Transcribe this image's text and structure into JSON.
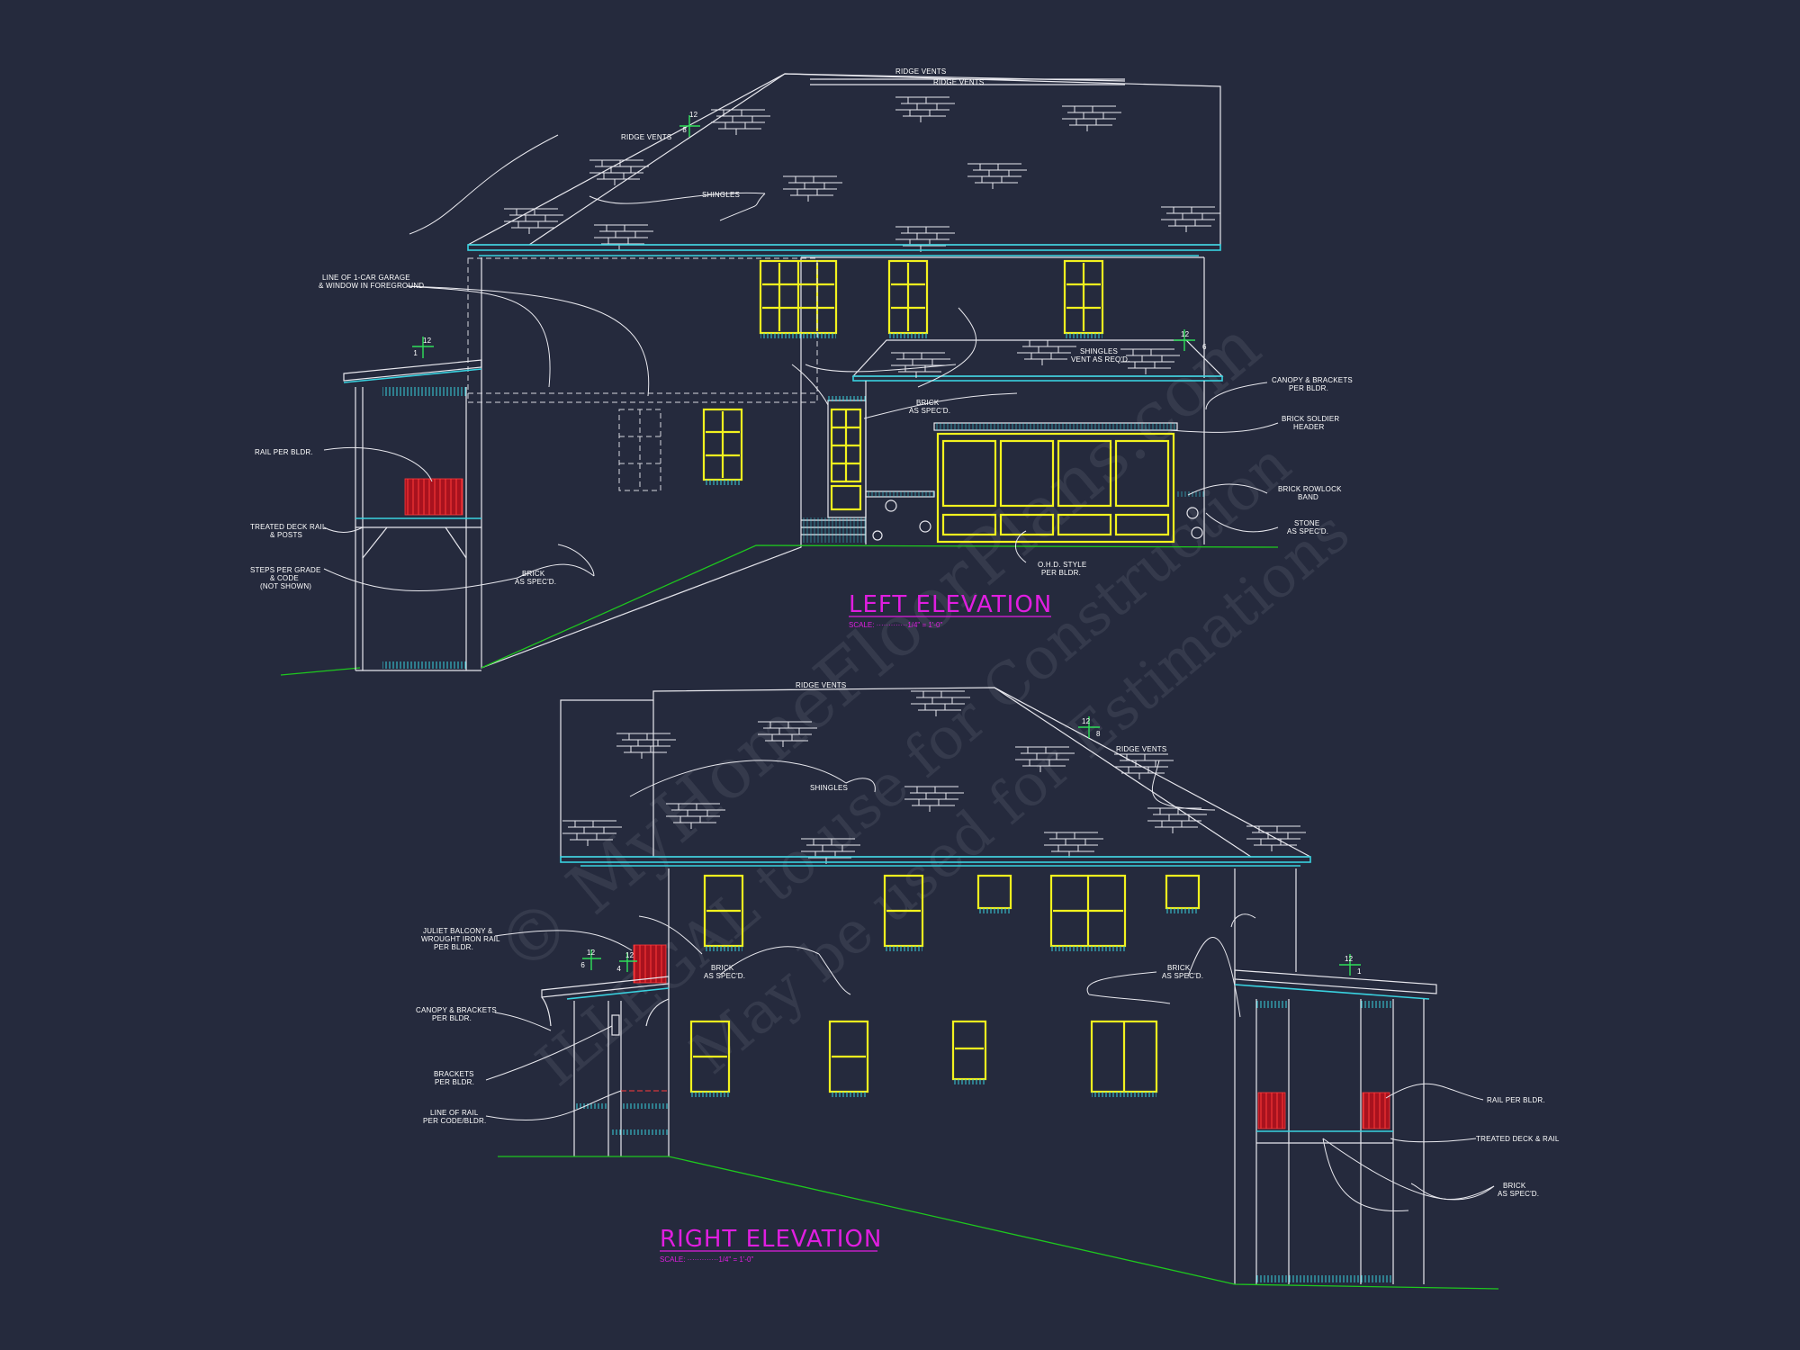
{
  "watermark": {
    "line1": "© MyHomeFloorPlans.com",
    "line2": "ILLEGAL to use for Construction",
    "line3": "May be used for Estimations"
  },
  "left_elevation": {
    "title": "LEFT ELEVATION",
    "scale": "SCALE: ·············1/4\" = 1'-0\"",
    "labels": {
      "ridge_vents_1": "RIDGE VENTS",
      "ridge_vents_2": "RIDGE VENTS",
      "ridge_vents_3": "RIDGE VENTS",
      "shingles": "SHINGLES",
      "garage_line_1": "LINE OF 1-CAR GARAGE",
      "garage_line_2": "& WINDOW IN FOREGROUND",
      "shingles_vent_1": "SHINGLES",
      "shingles_vent_2": "VENT AS REQ'D.",
      "canopy_1": "CANOPY & BRACKETS",
      "canopy_2": "PER BLDR.",
      "brick_1": "BRICK",
      "brick_2": "AS SPEC'D.",
      "soldier_1": "BRICK SOLDIER",
      "soldier_2": "HEADER",
      "rail": "RAIL PER BLDR.",
      "rowlock_1": "BRICK ROWLOCK",
      "rowlock_2": "BAND",
      "stone_1": "STONE",
      "stone_2": "AS SPEC'D.",
      "deck_1": "TREATED DECK RAIL",
      "deck_2": "& POSTS",
      "steps_1": "STEPS PER GRADE",
      "steps_2": "& CODE",
      "steps_3": "(NOT SHOWN)",
      "brick_b1": "BRICK",
      "brick_b2": "AS SPEC'D.",
      "ohd_1": "O.H.D. STYLE",
      "ohd_2": "PER BLDR."
    },
    "pitch": {
      "main_rise": "8",
      "main_run": "12",
      "porch_rise": "1",
      "porch_run": "12",
      "garage_rise": "6",
      "garage_run": "12"
    }
  },
  "right_elevation": {
    "title": "RIGHT ELEVATION",
    "scale": "SCALE: ·············1/4\" = 1'-0\"",
    "labels": {
      "ridge_vents_1": "RIDGE VENTS",
      "ridge_vents_2": "RIDGE VENTS",
      "shingles": "SHINGLES",
      "juliet_1": "JULIET BALCONY &",
      "juliet_2": "WROUGHT IRON RAIL",
      "juliet_3": "PER BLDR.",
      "brick_1": "BRICK",
      "brick_2": "AS SPEC'D.",
      "brick_r1": "BRICK",
      "brick_r2": "AS SPEC'D.",
      "canopy_1": "CANOPY & BRACKETS",
      "canopy_2": "PER BLDR.",
      "brackets_1": "BRACKETS",
      "brackets_2": "PER BLDR.",
      "line_rail_1": "LINE OF RAIL",
      "line_rail_2": "PER CODE/BLDR.",
      "rail": "RAIL PER BLDR.",
      "deck": "TREATED DECK & RAIL",
      "brick_d1": "BRICK",
      "brick_d2": "AS SPEC'D."
    },
    "pitch": {
      "main_rise": "8",
      "main_run": "12",
      "canopy_rise_a": "6",
      "canopy_run_a": "12",
      "canopy_rise_b": "4",
      "canopy_run_b": "12",
      "deck_rise": "1",
      "deck_run": "12"
    }
  },
  "colors": {
    "background": "#252a3d",
    "linework": "#e8e8ee",
    "fascia": "#39d2e0",
    "windows": "#f2f21e",
    "rails": "#a8121e",
    "grade": "#1ec81e",
    "titles": "#e01ee0"
  }
}
